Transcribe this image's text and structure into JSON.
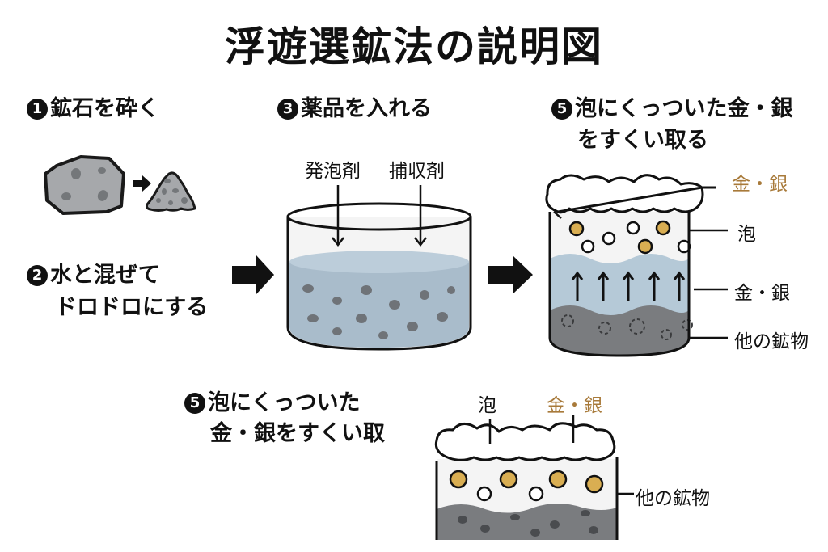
{
  "title": "浮遊選鉱法の説明図",
  "colors": {
    "gold": "#a87a3a",
    "gold_particle": "#d9ae52",
    "ore_gray": "#9a9c9f",
    "ore_spot": "#6e7073",
    "water": "#a9bccb",
    "water_top": "#bccdda",
    "sediment": "#7a7c7f",
    "froth_bg": "#f4f4f4"
  },
  "steps": {
    "step1": {
      "number": "1",
      "text": "鉱石を砕く"
    },
    "step2": {
      "number": "2",
      "line1": "水と混ぜて",
      "line2": "ドロドロにする"
    },
    "step3": {
      "number": "3",
      "text": "薬品を入れる"
    },
    "step5_top": {
      "number": "5",
      "line1": "泡にくっついた金・銀",
      "line2": "をすくい取る"
    },
    "step5_bottom": {
      "number": "5",
      "line1": "泡にくっついた",
      "line2": "金・銀をすくい取"
    }
  },
  "labels": {
    "frother": "発泡剤",
    "collector": "捕収剤",
    "gold_silver": "金・銀",
    "froth": "泡",
    "other_minerals": "他の鉱物"
  },
  "icons": {
    "ore_rock": "ore-rock-icon",
    "crushed_ore": "crushed-ore-pile-icon",
    "small_arrow": "arrow-right-icon",
    "big_arrow": "arrow-right-bold-icon",
    "tank": "flotation-tank-icon",
    "bubble": "bubble-icon",
    "gold_particle": "gold-particle-icon"
  }
}
